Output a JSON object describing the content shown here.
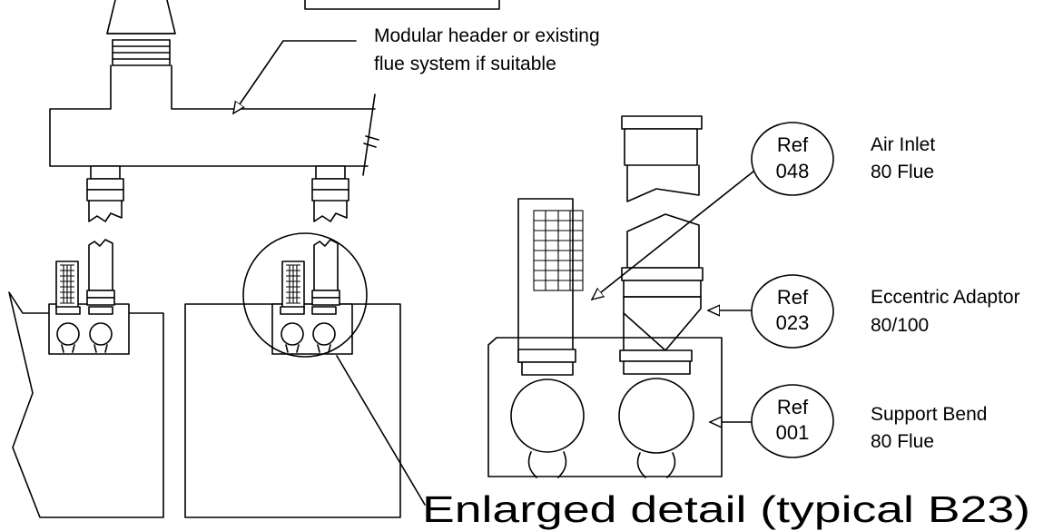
{
  "labels": {
    "header_line1": "Modular header or existing",
    "header_line2": "flue system if suitable",
    "air_inlet_line1": "Air Inlet",
    "air_inlet_line2": "80 Flue",
    "eccentric_line1": "Eccentric Adaptor",
    "eccentric_line2": "80/100",
    "support_line1": "Support Bend",
    "support_line2": "80 Flue",
    "caption": "Enlarged detail (typical B23)"
  },
  "refs": [
    {
      "top": "Ref",
      "bottom": "048"
    },
    {
      "top": "Ref",
      "bottom": "023"
    },
    {
      "top": "Ref",
      "bottom": "001"
    }
  ]
}
